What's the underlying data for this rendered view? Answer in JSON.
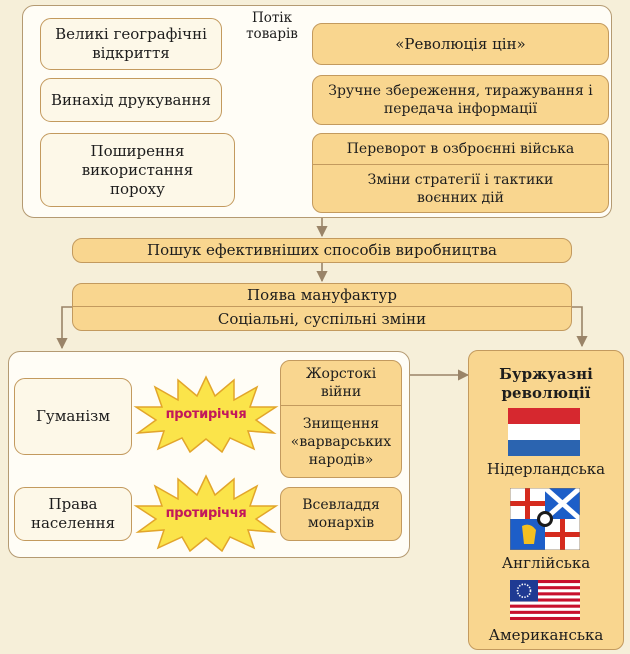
{
  "top_section": {
    "discoveries": "Великі географічні відкриття",
    "goods_flow": "Потік товарів",
    "price_revolution": "«Революція цін»",
    "printing": "Винахід друкування",
    "info_storage": "Зручне збереження, тиражування і передача інформації",
    "gunpowder": "Поширення використання пороху",
    "military_revolution": "Переворот в озброєнні війська",
    "strategy_changes": "Зміни стратегії і тактики воєнних дій"
  },
  "middle_section": {
    "search_methods": "Пошук ефективніших способів виробництва",
    "manufactories": "Поява мануфактур",
    "social_changes": "Соціальні, суспільні зміни"
  },
  "bottom_section": {
    "humanism": "Гуманізм",
    "rights": "Права населення",
    "contradiction_1": "протиріччя",
    "contradiction_2": "протиріччя",
    "cruel_wars": "Жорстокі війни",
    "destruction": "Знищення «варварських народів»",
    "absolutism": "Всевладдя монархів"
  },
  "revolutions": {
    "title": "Буржуазні революції",
    "netherlands": "Нідерландська",
    "english": "Англійська",
    "american": "Американська"
  },
  "colors": {
    "orange_box": "#f9d68f",
    "cream_box": "#fdf8e8",
    "border": "#c39a5e",
    "star_fill": "#fbe44a",
    "contradiction_text": "#c2185b",
    "arrow": "#9a8468"
  }
}
